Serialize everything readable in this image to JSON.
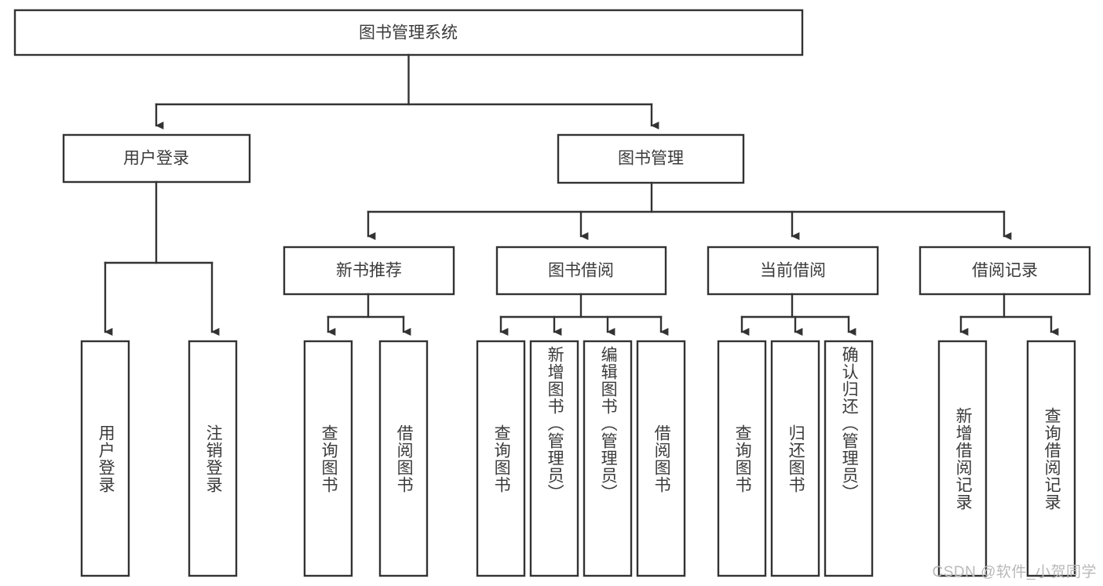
{
  "diagram": {
    "title": "图书管理系统",
    "type": "hierarchy-tree",
    "root": {
      "label": "图书管理系统"
    },
    "level2": [
      {
        "label": "用户登录"
      },
      {
        "label": "图书管理"
      }
    ],
    "level3": [
      {
        "label": "新书推荐"
      },
      {
        "label": "图书借阅"
      },
      {
        "label": "当前借阅"
      },
      {
        "label": "借阅记录"
      }
    ],
    "leaves": {
      "user_login": [
        {
          "label": "用户登录"
        },
        {
          "label": "注销登录"
        }
      ],
      "new_book_recommend": [
        {
          "label": "查询图书"
        },
        {
          "label": "借阅图书"
        }
      ],
      "book_borrow": [
        {
          "label": "查询图书"
        },
        {
          "label": "新增图书（管理员）"
        },
        {
          "label": "编辑图书（管理员）"
        },
        {
          "label": "借阅图书"
        }
      ],
      "current_borrow": [
        {
          "label": "查询图书"
        },
        {
          "label": "归还图书"
        },
        {
          "label": "确认归还（管理员）"
        }
      ],
      "borrow_record": [
        {
          "label": "新增借阅记录"
        },
        {
          "label": "查询借阅记录"
        }
      ]
    }
  },
  "watermark": {
    "text": "CSDN @软件_小贺同学"
  },
  "colors": {
    "stroke": "#333333",
    "box_fill": "#ffffff",
    "text": "#3b3b3b",
    "watermark": "#b9b9b9",
    "background": "#ffffff"
  }
}
